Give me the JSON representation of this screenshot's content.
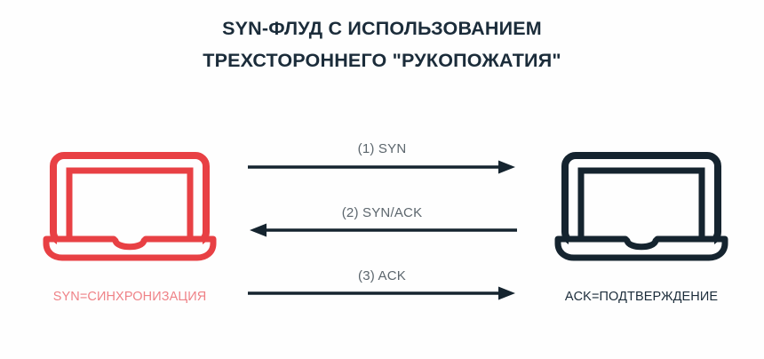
{
  "page": {
    "title": "SYN-ФЛУД С ИСПОЛЬЗОВАНИЕМ\nТРЕХСТОРОННЕГО \"РУКОПОЖАТИЯ\"",
    "background_color": "#fefefe"
  },
  "colors": {
    "accent_red": "#e84044",
    "caption_red": "#ef8287",
    "navy": "#15242f",
    "title_navy": "#1b2c3a",
    "label_gray": "#5c666d"
  },
  "nodes": {
    "client": {
      "icon": "laptop-icon",
      "color": "#e84044",
      "caption": "SYN=СИНХРОНИЗАЦИЯ"
    },
    "server": {
      "icon": "laptop-icon",
      "color": "#15242f",
      "caption": "ACK=ПОДТВЕРЖДЕНИЕ"
    }
  },
  "handshake": {
    "steps": [
      {
        "label": "(1) SYN",
        "direction": "right",
        "color": "#15242f"
      },
      {
        "label": "(2) SYN/ACK",
        "direction": "left",
        "color": "#15242f"
      },
      {
        "label": "(3) ACK",
        "direction": "right",
        "color": "#15242f"
      }
    ]
  }
}
